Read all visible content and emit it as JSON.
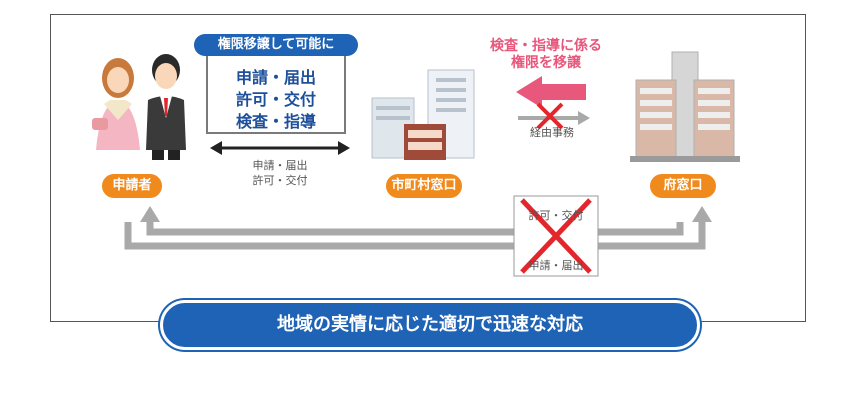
{
  "authority_box": {
    "title": "権限移譲して可能に",
    "lines": [
      "申請・届出",
      "許可・交付",
      "検査・指導"
    ]
  },
  "transfer_label": {
    "lines": [
      "検査・指導に係る",
      "権限を移譲"
    ]
  },
  "applicant_label": "申請者",
  "municipal_label": "市町村窓口",
  "prefecture_label": "府窓口",
  "exchange_label": {
    "lines": [
      "申請・届出",
      "許可・交付"
    ]
  },
  "via_label": "経由事務",
  "old_route": {
    "top": "許可・交付",
    "bottom": "申請・届出"
  },
  "banner_text": "地域の実情に応じた適切で迅速な対応",
  "colors": {
    "blue": "#1e63b5",
    "orange": "#f08a1c",
    "pink": "#e8577c",
    "gray_arrow": "#a9a9a9",
    "red_cross": "#e3262b"
  },
  "icons": [
    "woman-applicant-icon",
    "man-applicant-icon",
    "municipal-building-icon",
    "prefecture-building-icon"
  ]
}
